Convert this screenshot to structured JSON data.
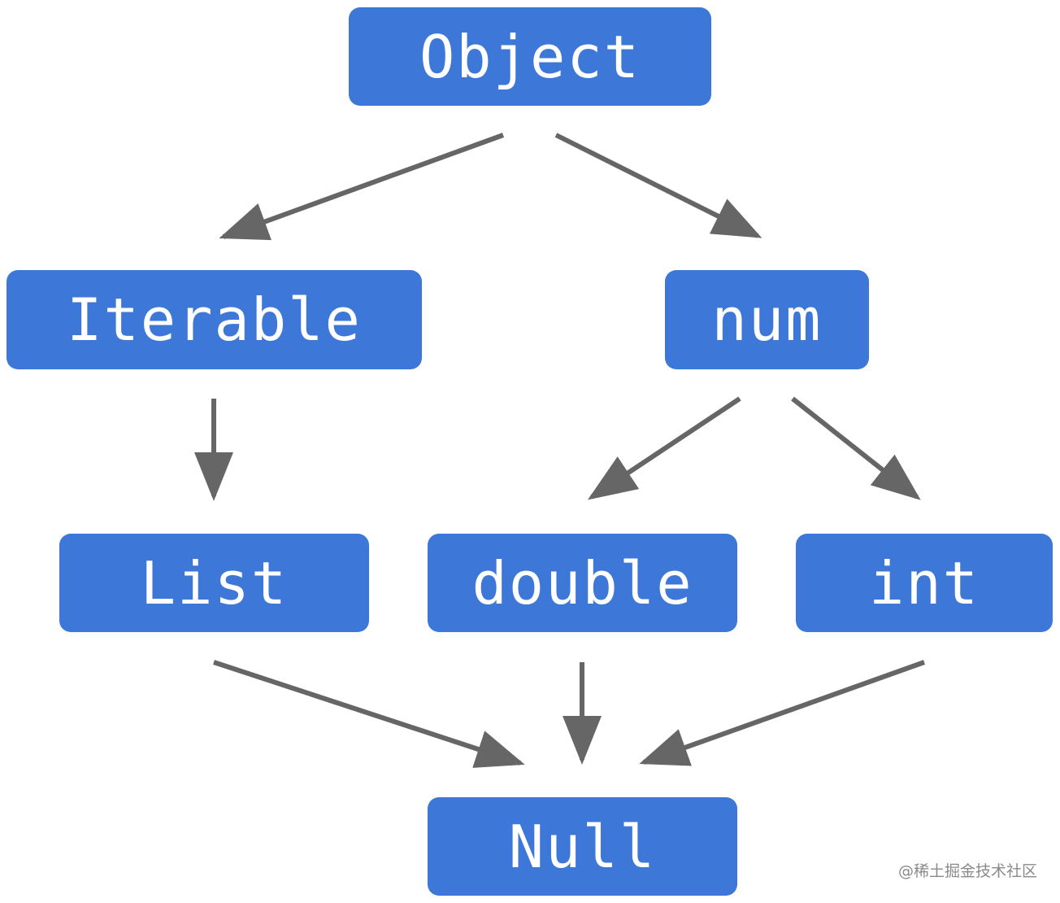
{
  "nodes": {
    "object": "Object",
    "iterable": "Iterable",
    "num": "num",
    "list": "List",
    "double": "double",
    "int": "int",
    "null": "Null"
  },
  "edges": [
    {
      "from": "Object",
      "to": "Iterable"
    },
    {
      "from": "Object",
      "to": "num"
    },
    {
      "from": "Iterable",
      "to": "List"
    },
    {
      "from": "num",
      "to": "double"
    },
    {
      "from": "num",
      "to": "int"
    },
    {
      "from": "List",
      "to": "Null"
    },
    {
      "from": "double",
      "to": "Null"
    },
    {
      "from": "int",
      "to": "Null"
    }
  ],
  "colors": {
    "node_fill": "#3d78d8",
    "node_text": "#ffffff",
    "arrow": "#666666"
  },
  "watermark": "@稀土掘金技术社区"
}
